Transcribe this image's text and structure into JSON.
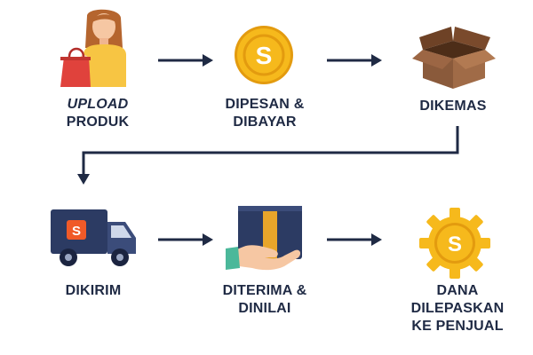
{
  "steps": [
    {
      "id": "upload",
      "label_line1": "UPLOAD",
      "label_line2": "PRODUK",
      "icon": "woman-with-shopping-bag-icon"
    },
    {
      "id": "paid",
      "label_line1": "DIPESAN &",
      "label_line2": "DIBAYAR",
      "icon": "coin-icon"
    },
    {
      "id": "packed",
      "label_line1": "DIKEMAS",
      "icon": "open-box-icon"
    },
    {
      "id": "shipped",
      "label_line1": "DIKIRIM",
      "icon": "delivery-truck-icon"
    },
    {
      "id": "received",
      "label_line1": "DITERIMA &",
      "label_line2": "DINILAI",
      "icon": "handshake-package-icon"
    },
    {
      "id": "released",
      "label_line1": "DANA",
      "label_line2": "DILEPASKAN",
      "label_line3": "KE PENJUAL",
      "icon": "gear-coin-icon"
    }
  ],
  "coin_symbol": "S",
  "truck_logo_symbol": "S",
  "colors": {
    "text": "#1f2a44",
    "arrow": "#1f2a44",
    "coin": "#f6b91c",
    "coin_dark": "#e39b0f",
    "box": "#8a5a3b",
    "truck": "#2c3b63",
    "accent": "#f05a28"
  }
}
